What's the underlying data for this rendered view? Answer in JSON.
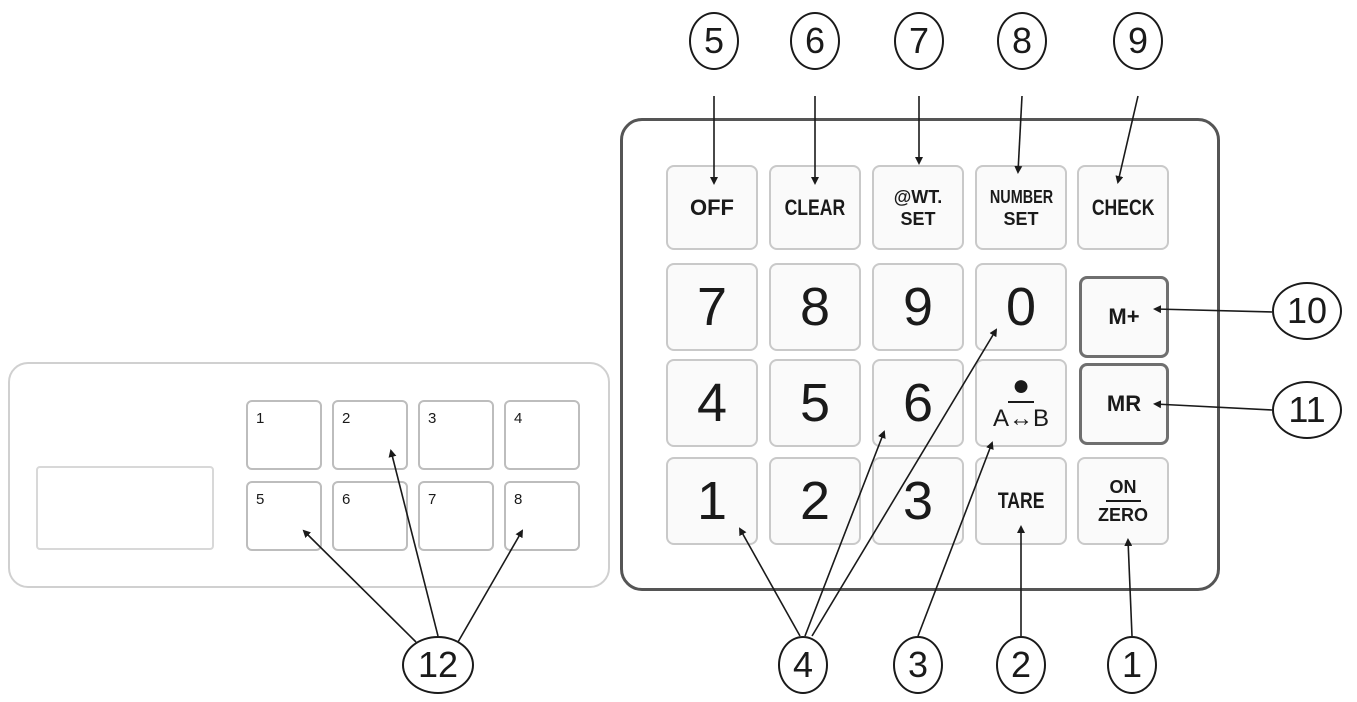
{
  "function_keys": [
    {
      "id": "off",
      "lines": [
        "OFF"
      ]
    },
    {
      "id": "clear",
      "lines": [
        "CLEAR"
      ]
    },
    {
      "id": "wt-set",
      "lines": [
        "@WT.",
        "SET"
      ]
    },
    {
      "id": "number-set",
      "lines": [
        "NUMBER",
        "SET"
      ]
    },
    {
      "id": "check",
      "lines": [
        "CHECK"
      ]
    }
  ],
  "digit_keys": [
    "7",
    "8",
    "9",
    "0",
    "4",
    "5",
    "6",
    "1",
    "2",
    "3"
  ],
  "special_keys": {
    "decimal_top": "●",
    "decimal_bottom": "A↔B",
    "tare": "TARE",
    "m_plus": "M+",
    "mr": "MR",
    "on_zero_top": "ON",
    "on_zero_bottom": "ZERO"
  },
  "memory_keys": [
    "1",
    "2",
    "3",
    "4",
    "5",
    "6",
    "7",
    "8"
  ],
  "callouts": [
    "5",
    "6",
    "7",
    "8",
    "9",
    "10",
    "11",
    "12",
    "4",
    "3",
    "2",
    "1"
  ]
}
